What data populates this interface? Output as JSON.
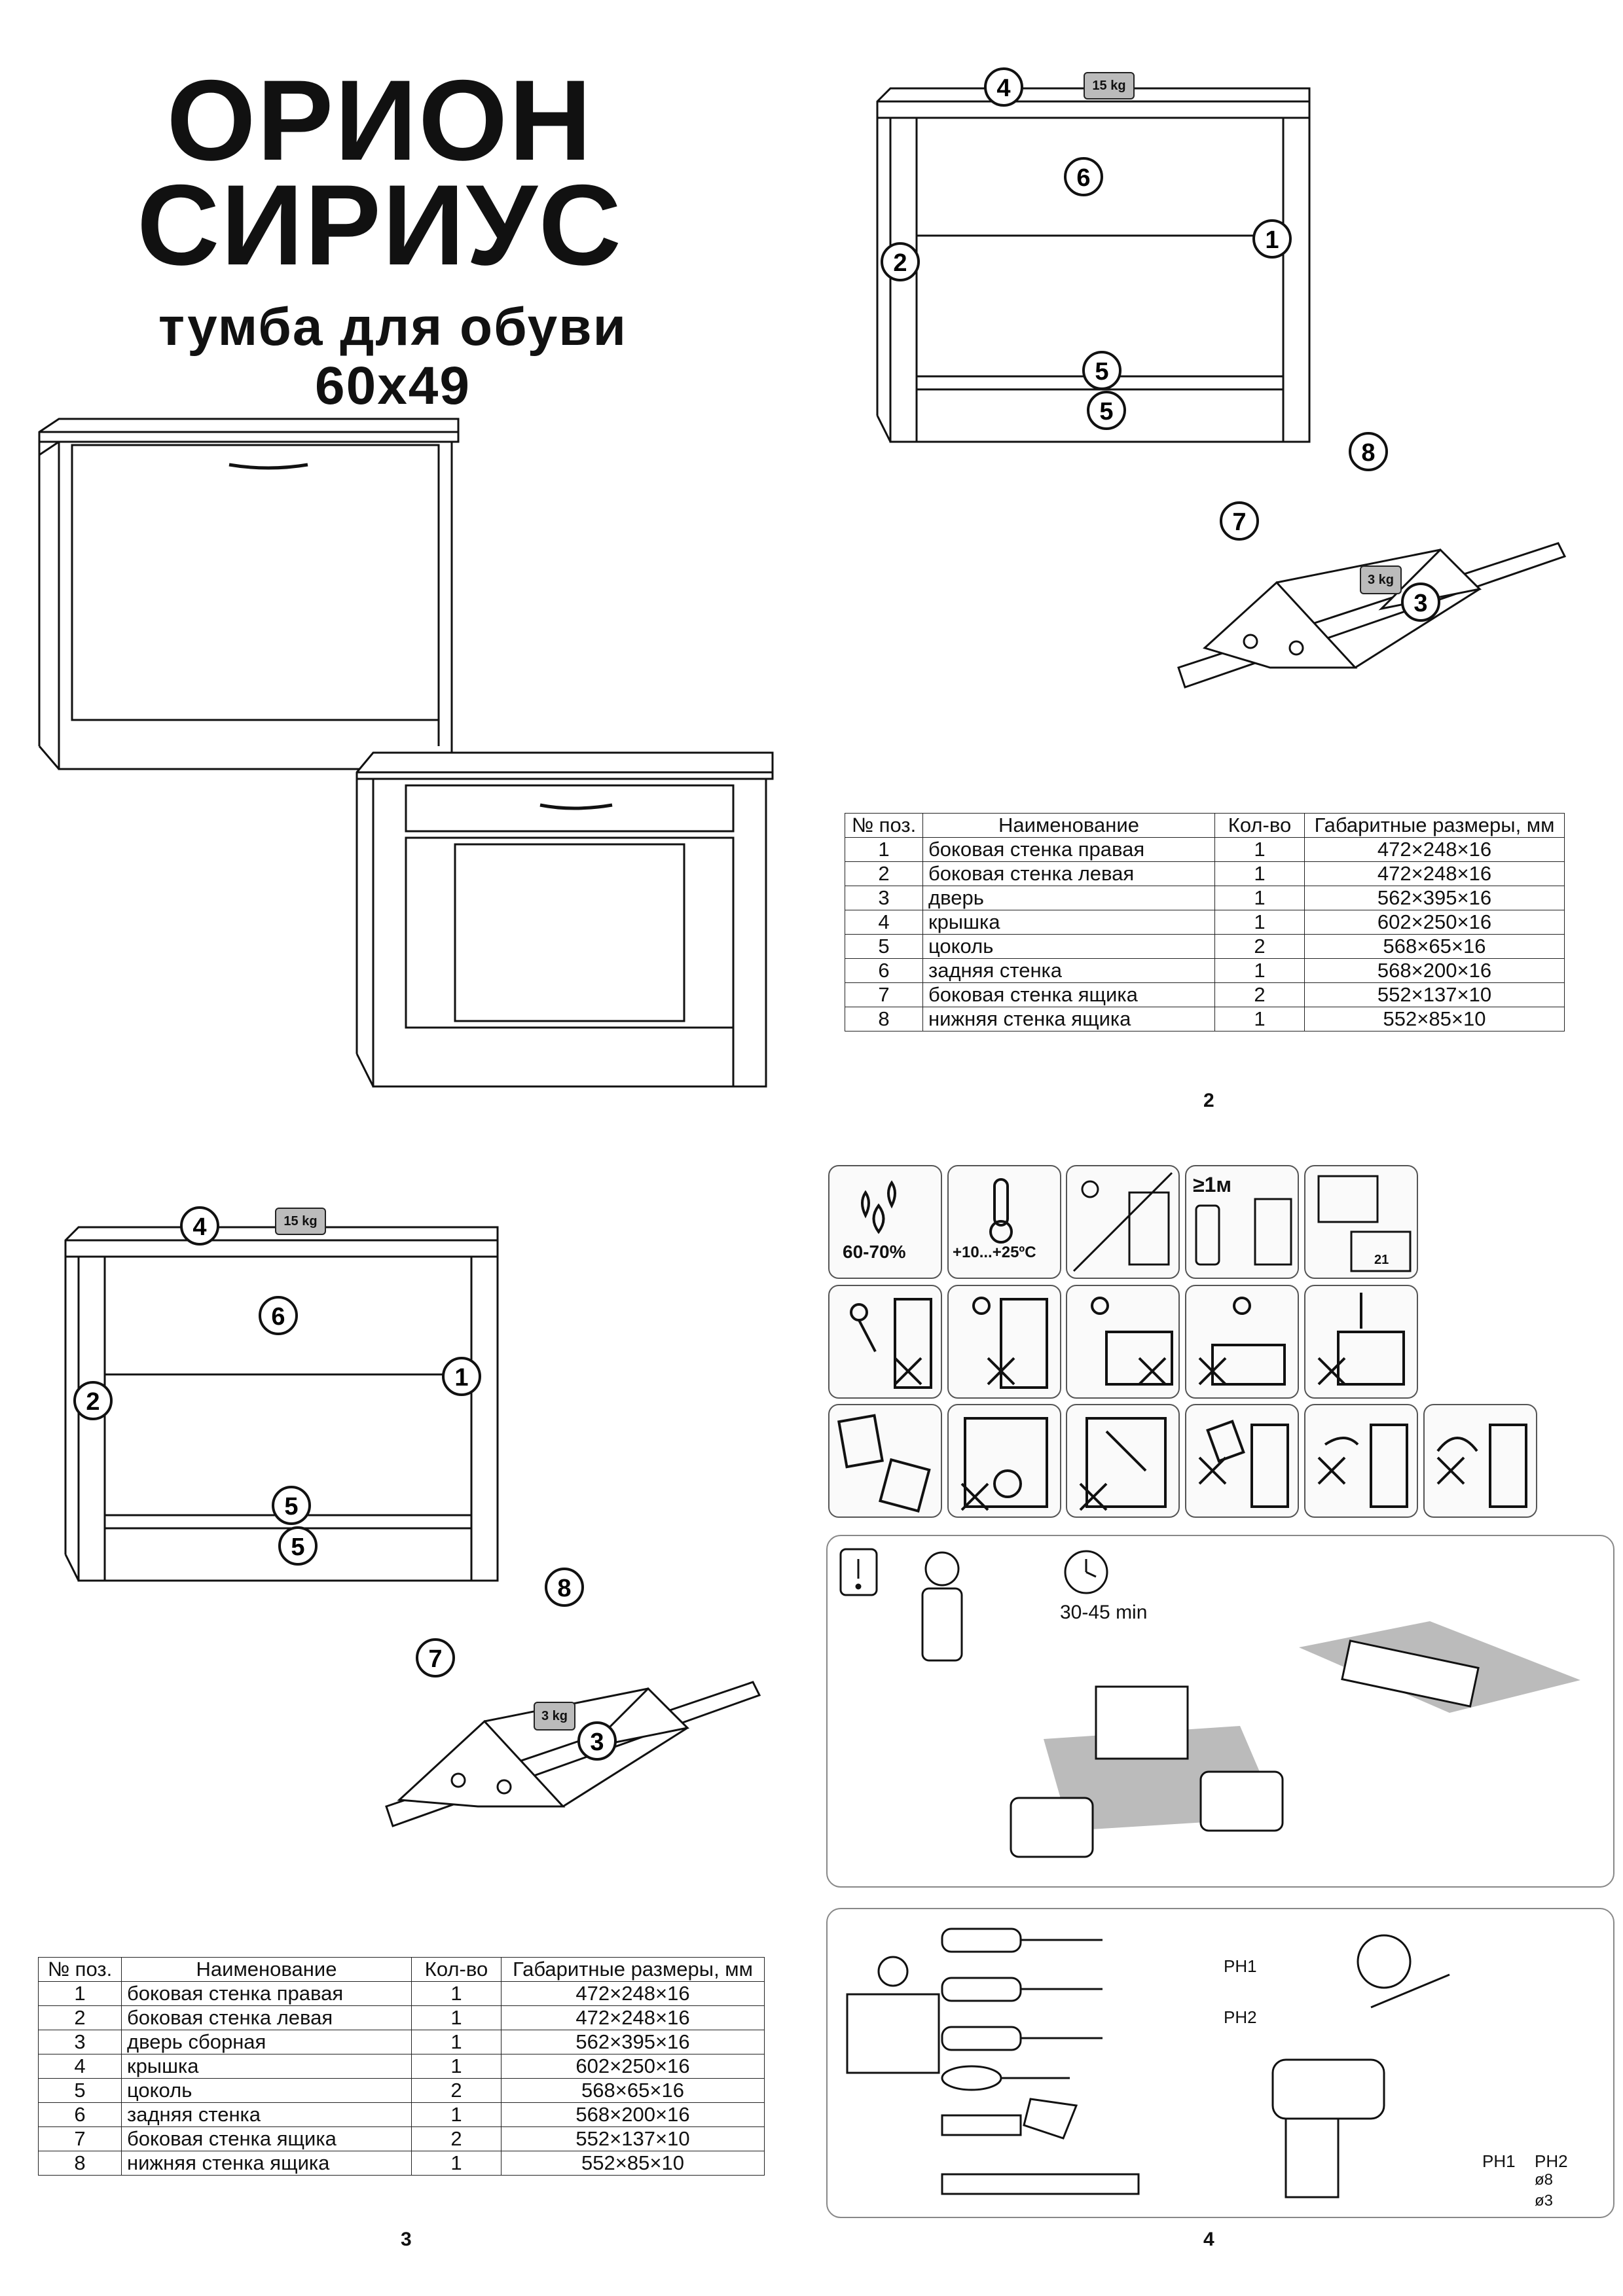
{
  "cover": {
    "title_line1": "ОРИОН",
    "title_line2": "СИРИУС",
    "subtitle": "тумба для обуви 60х49"
  },
  "diagram_labels": {
    "weight_large": "15 kg",
    "weight_small": "3 kg",
    "parts": [
      "1",
      "2",
      "3",
      "4",
      "5",
      "6",
      "7",
      "8"
    ]
  },
  "table_headers": [
    "№ поз.",
    "Наименование",
    "Кол-во",
    "Габаритные размеры, мм"
  ],
  "table_page2": [
    {
      "pos": "1",
      "name": "боковая стенка правая",
      "qty": "1",
      "size": "472×248×16"
    },
    {
      "pos": "2",
      "name": "боковая стенка левая",
      "qty": "1",
      "size": "472×248×16"
    },
    {
      "pos": "3",
      "name": "дверь",
      "qty": "1",
      "size": "562×395×16"
    },
    {
      "pos": "4",
      "name": "крышка",
      "qty": "1",
      "size": "602×250×16"
    },
    {
      "pos": "5",
      "name": "цоколь",
      "qty": "2",
      "size": "568×65×16"
    },
    {
      "pos": "6",
      "name": "задняя стенка",
      "qty": "1",
      "size": "568×200×16"
    },
    {
      "pos": "7",
      "name": "боковая стенка ящика",
      "qty": "2",
      "size": "552×137×10"
    },
    {
      "pos": "8",
      "name": "нижняя стенка ящика",
      "qty": "1",
      "size": "552×85×10"
    }
  ],
  "table_page3": [
    {
      "pos": "1",
      "name": "боковая стенка правая",
      "qty": "1",
      "size": "472×248×16"
    },
    {
      "pos": "2",
      "name": "боковая стенка левая",
      "qty": "1",
      "size": "472×248×16"
    },
    {
      "pos": "3",
      "name": "дверь сборная",
      "qty": "1",
      "size": "562×395×16"
    },
    {
      "pos": "4",
      "name": "крышка",
      "qty": "1",
      "size": "602×250×16"
    },
    {
      "pos": "5",
      "name": "цоколь",
      "qty": "2",
      "size": "568×65×16"
    },
    {
      "pos": "6",
      "name": "задняя стенка",
      "qty": "1",
      "size": "568×200×16"
    },
    {
      "pos": "7",
      "name": "боковая стенка ящика",
      "qty": "2",
      "size": "552×137×10"
    },
    {
      "pos": "8",
      "name": "нижняя стенка ящика",
      "qty": "1",
      "size": "552×85×10"
    }
  ],
  "page_numbers": {
    "p2": "2",
    "p3": "3",
    "p4": "4"
  },
  "care": {
    "humidity": "60-70%",
    "temperature": "+10...+25ºC",
    "distance": "≥1м",
    "calendar_21": "21"
  },
  "assembly": {
    "time": "30-45 min"
  },
  "tools": {
    "ph1": "PH1",
    "ph2": "PH2",
    "bit_ph1": "PH1",
    "bit_ph2": "PH2",
    "drill8": "ø8",
    "drill3": "ø3"
  }
}
